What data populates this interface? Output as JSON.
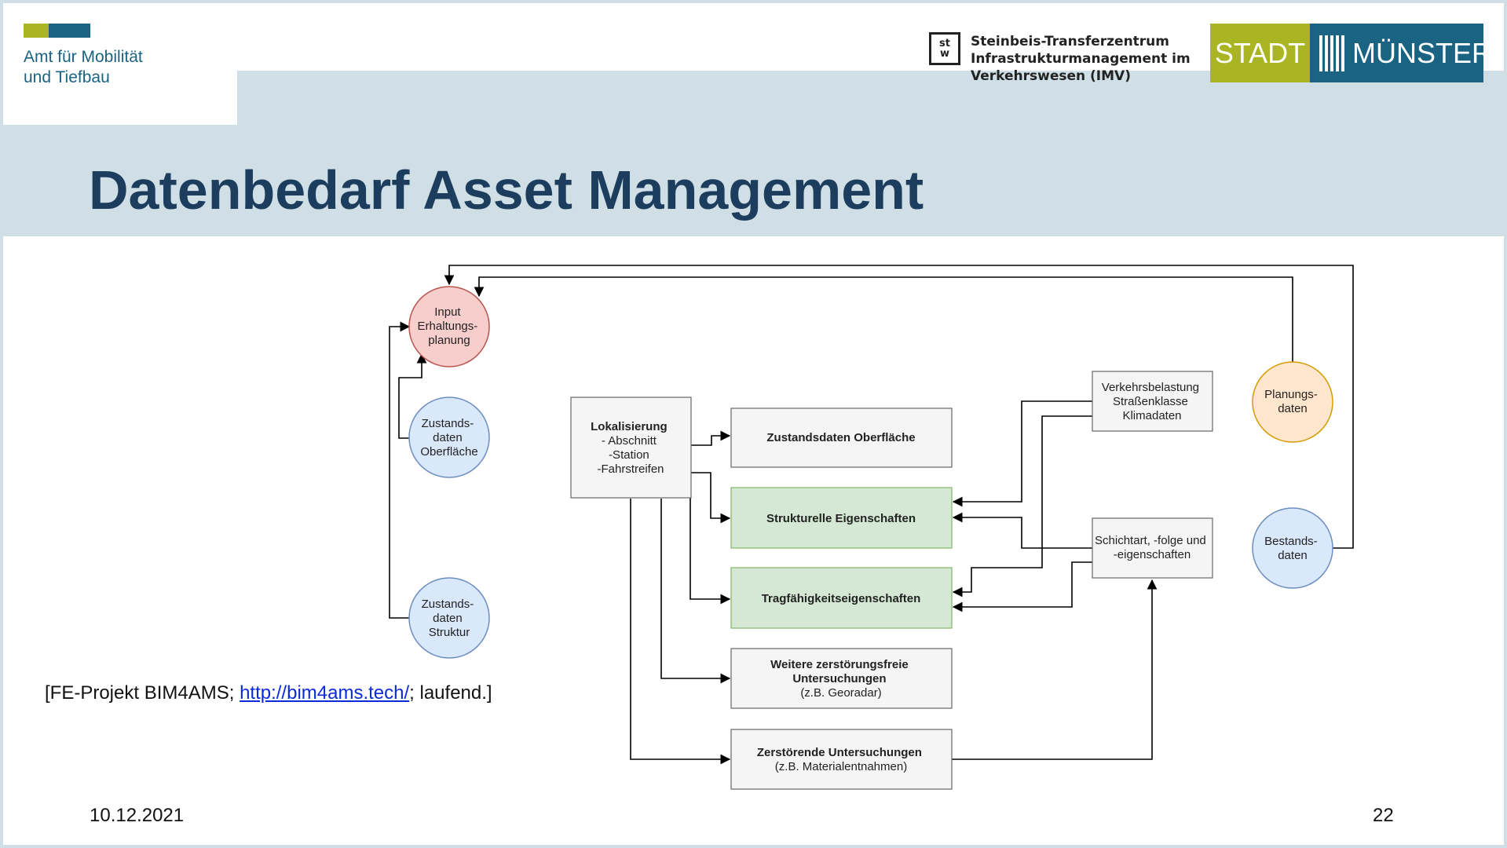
{
  "header": {
    "org_logo_text": "Amt für Mobilität\nund Tiefbau",
    "partner_logo": {
      "icon_letters": [
        "st",
        "w"
      ],
      "text": "Steinbeis-Transferzentrum\nInfrastrukturmanagement im\nVerkehrswesen (IMV)"
    },
    "city_logo": {
      "left_text": "STADT",
      "right_text": "MÜNSTER"
    }
  },
  "page": {
    "title": "Datenbedarf Asset Management"
  },
  "diagram": {
    "nodes": {
      "input": [
        "Input",
        "Erhaltungs-",
        "planung"
      ],
      "zustand_oberflaeche_circle": [
        "Zustands-",
        "daten",
        "Oberfläche"
      ],
      "zustand_struktur_circle": [
        "Zustands-",
        "daten",
        "Struktur"
      ],
      "lokalisierung": [
        "Lokalisierung",
        "- Abschnitt",
        "-Station",
        "-Fahrstreifen"
      ],
      "zustandsdaten_oberflaeche": [
        "Zustandsdaten Oberfläche"
      ],
      "strukturelle_eigenschaften": [
        "Strukturelle Eigenschaften"
      ],
      "tragfaehigkeit": [
        "Tragfähigkeitseigenschaften"
      ],
      "weitere_untersuchungen": [
        "Weitere zerstörungsfreie",
        "Untersuchungen",
        "(z.B. Georadar)"
      ],
      "zerstoerende_untersuchungen": [
        "Zerstörende Untersuchungen",
        "(z.B. Materialentnahmen)"
      ],
      "verkehrsbelastung": [
        "Verkehrsbelastung",
        "Straßenklasse",
        "Klimadaten"
      ],
      "schichtart": [
        "Schichtart, -folge und",
        "-eigenschaften"
      ],
      "planungsdaten": [
        "Planungs-",
        "daten"
      ],
      "bestandsdaten": [
        "Bestands-",
        "daten"
      ]
    },
    "colors": {
      "input_fill": "#f8cecc",
      "input_stroke": "#b85450",
      "blue_fill": "#dae8fc",
      "blue_stroke": "#6c8ebf",
      "orange_fill": "#ffe6cc",
      "orange_stroke": "#d79b00",
      "green_fill": "#d5e8d4",
      "green_stroke": "#82b366",
      "gray_fill": "#f5f5f5",
      "gray_stroke": "#666666"
    }
  },
  "citation": {
    "prefix": "[FE-Projekt BIM4AMS; ",
    "link_text": "http://bim4ams.tech/",
    "suffix": "; laufend.]"
  },
  "footer": {
    "date": "10.12.2021",
    "page_number": "22"
  }
}
